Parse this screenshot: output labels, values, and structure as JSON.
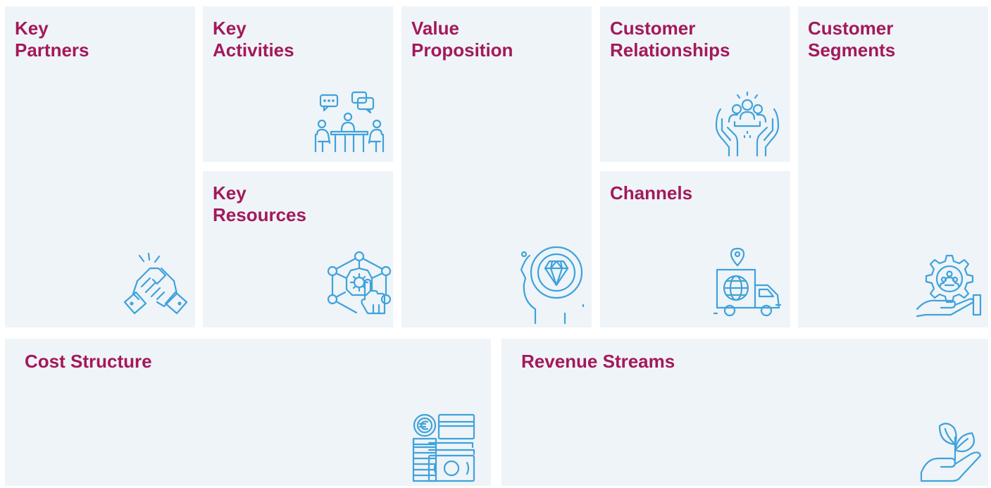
{
  "canvas": {
    "blocks": [
      {
        "id": "key_partners",
        "title": "Key\nPartners",
        "icon": "handshake-icon"
      },
      {
        "id": "key_activities",
        "title": "Key\nActivities",
        "icon": "meeting-icon"
      },
      {
        "id": "key_resources",
        "title": "Key\nResources",
        "icon": "network-gear-icon"
      },
      {
        "id": "value_proposition",
        "title": "Value\nProposition",
        "icon": "head-diamond-icon"
      },
      {
        "id": "customer_relationships",
        "title": "Customer\nRelationships",
        "icon": "hands-people-icon"
      },
      {
        "id": "channels",
        "title": "Channels",
        "icon": "delivery-truck-globe-icon"
      },
      {
        "id": "customer_segments",
        "title": "Customer\nSegments",
        "icon": "hand-gear-people-icon"
      },
      {
        "id": "cost_structure",
        "title": "Cost Structure",
        "icon": "money-card-coins-icon"
      },
      {
        "id": "revenue_streams",
        "title": "Revenue Streams",
        "icon": "hand-plant-icon"
      }
    ]
  },
  "colors": {
    "title": "#a3195b",
    "icon": "#3fa2db",
    "block_background": "#eff4f8"
  }
}
